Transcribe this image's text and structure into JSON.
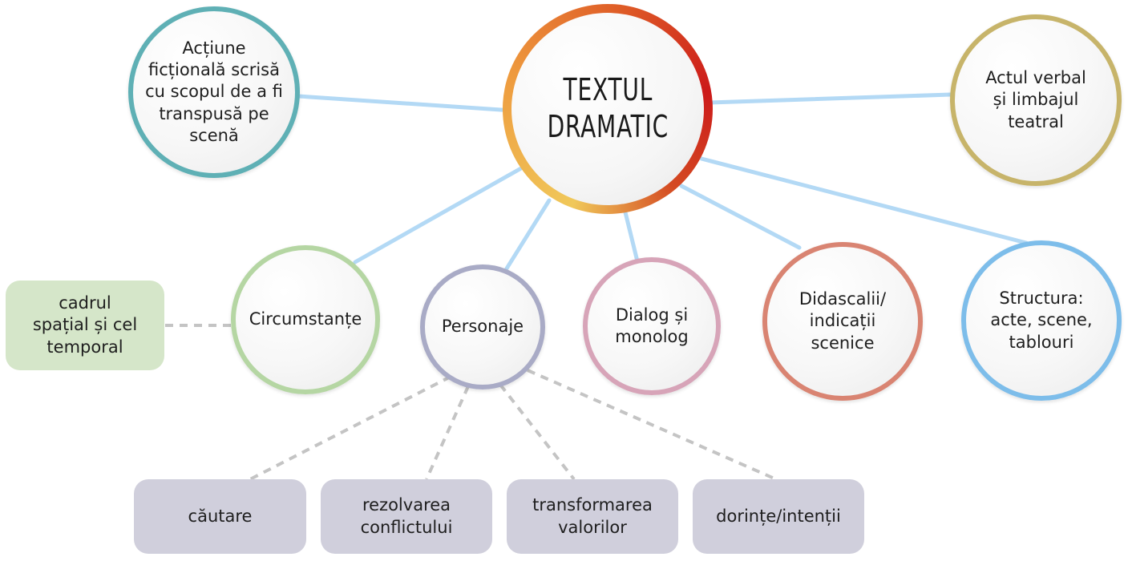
{
  "center": {
    "title": "TEXTUL\nDRAMATIC"
  },
  "nodes": {
    "definition": {
      "label": "Acțiune\nficțională scrisă\ncu scopul de a fi\ntranspusă pe\nscenă",
      "color": "#5fb0b5"
    },
    "verbal_act": {
      "label": "Actul verbal\nși limbajul\nteatral",
      "color": "#c7b46a"
    },
    "circumstances": {
      "label": "Circumstanțe",
      "color": "#b5d6a3"
    },
    "characters": {
      "label": "Personaje",
      "color": "#a9abc6"
    },
    "dialogue": {
      "label": "Dialog și\nmonolog",
      "color": "#d7a4b8"
    },
    "stage_directions": {
      "label": "Didascalii/\nindicații\nscenice",
      "color": "#d98472"
    },
    "structure": {
      "label": "Structura:\nacte, scene,\ntablouri",
      "color": "#7dbdea"
    }
  },
  "circumstances_detail": {
    "label": "cadrul\nspațial și cel\ntemporal"
  },
  "character_details": [
    {
      "label": "căutare"
    },
    {
      "label": "rezolvarea\nconflictului"
    },
    {
      "label": "transformarea\nvalorilor"
    },
    {
      "label": "dorințe/intenții"
    }
  ],
  "colors": {
    "solid_connector": "#b3d9f5",
    "dashed_connector": "#c4c4c4",
    "center_gradient": [
      "#f0c85a",
      "#ee9a3e",
      "#de5a26",
      "#cc1a1a"
    ]
  }
}
